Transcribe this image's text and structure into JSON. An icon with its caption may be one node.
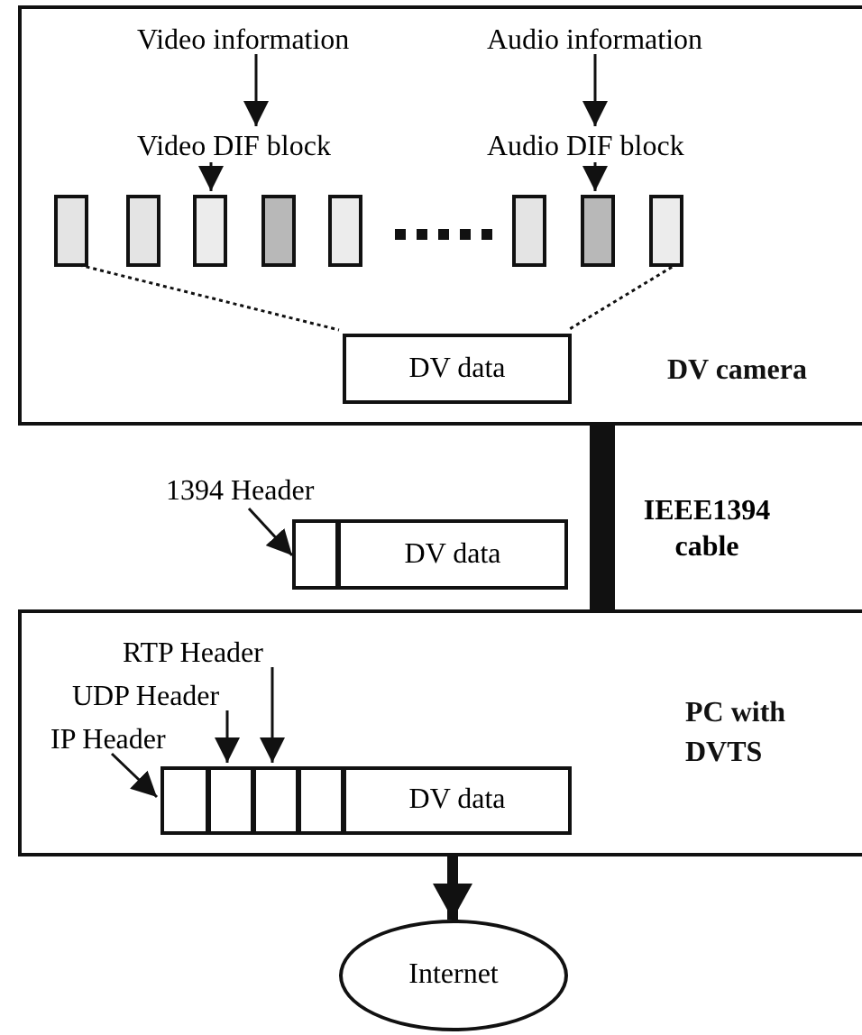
{
  "diagram": {
    "nodes": [
      {
        "text": [
          "DV camera"
        ]
      },
      {
        "text": [
          "Video information"
        ],
        "in": 0
      },
      {
        "text": [
          "Video DIF block"
        ],
        "in": 0
      },
      {
        "text": [
          "Audio information"
        ],
        "in": 0
      },
      {
        "text": [
          "Audio DIF block"
        ],
        "in": 0
      },
      {
        "text": [],
        "shape": "box",
        "in": 0
      },
      {
        "text": [],
        "shape": "box",
        "in": 0
      },
      {
        "text": [],
        "shape": "box",
        "in": 0
      },
      {
        "text": [],
        "shape": "box",
        "in": 0
      },
      {
        "text": [],
        "shape": "box",
        "in": 0
      },
      {
        "text": [],
        "shape": "box",
        "in": 0
      },
      {
        "text": [],
        "shape": "box",
        "in": 0
      },
      {
        "text": [],
        "shape": "box",
        "in": 0
      },
      {
        "text": [
          "DV data"
        ],
        "in": 0
      },
      {
        "text": [
          "1394 Header"
        ]
      },
      {
        "text": [],
        "shape": "box"
      },
      {
        "text": [
          "DV data"
        ]
      },
      {
        "text": [
          "PC with DVTS"
        ]
      },
      {
        "text": [
          "RTP Header"
        ],
        "in": 17
      },
      {
        "text": [
          "UDP Header"
        ],
        "in": 17
      },
      {
        "text": [
          "IP Header"
        ],
        "in": 17
      },
      {
        "text": [],
        "shape": "box",
        "in": 17
      },
      {
        "text": [],
        "shape": "box",
        "in": 17
      },
      {
        "text": [],
        "shape": "box",
        "in": 17
      },
      {
        "text": [],
        "shape": "box",
        "in": 17
      },
      {
        "text": [
          "DV data"
        ],
        "in": 17
      },
      {
        "text": [
          "Internet"
        ]
      }
    ],
    "edges": [
      {
        "from": 1,
        "to": 2,
        "arrow": "to"
      },
      {
        "from": 2,
        "to": 7,
        "arrow": "to"
      },
      {
        "from": 3,
        "to": 4,
        "arrow": "to"
      },
      {
        "from": 4,
        "to": 11,
        "arrow": "to"
      },
      {
        "from": 5,
        "to": 13,
        "arrow": "none",
        "style": "dashed"
      },
      {
        "from": 12,
        "to": 13,
        "arrow": "none",
        "style": "dashed"
      },
      {
        "from": 14,
        "to": 15,
        "arrow": "to"
      },
      {
        "from": 0,
        "to": 17,
        "arrow": "none",
        "style": "thick",
        "label": "IEEE1394 cable"
      },
      {
        "from": 20,
        "to": 21,
        "arrow": "to"
      },
      {
        "from": 19,
        "to": 22,
        "arrow": "to"
      },
      {
        "from": 18,
        "to": 23,
        "arrow": "to"
      },
      {
        "from": 17,
        "to": 26,
        "arrow": "to",
        "style": "thick"
      }
    ]
  }
}
